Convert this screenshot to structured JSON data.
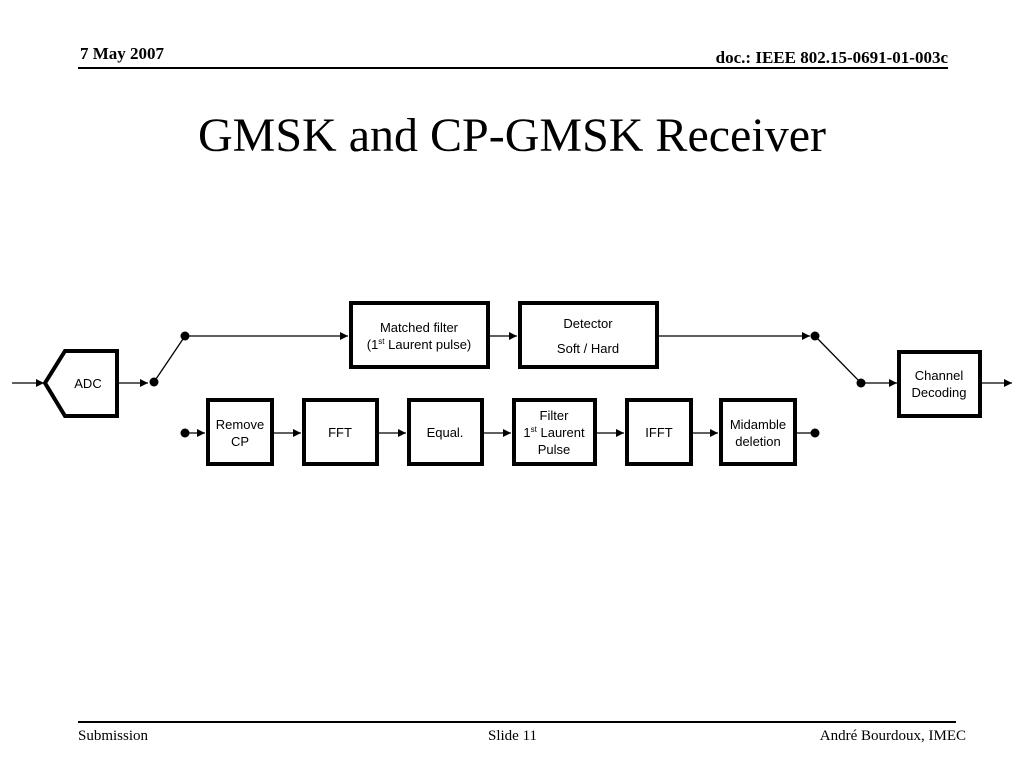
{
  "header": {
    "date": "7 May 2007",
    "doc": "doc.: IEEE 802.15-0691-01-003c"
  },
  "title": "GMSK and CP-GMSK Receiver",
  "diagram": {
    "adc": "ADC",
    "matched_filter": {
      "line1": "Matched filter",
      "line2_pre": "(1",
      "line2_sup": "st",
      "line2_post": " Laurent pulse)"
    },
    "detector": {
      "line1": "Detector",
      "line2": "Soft / Hard"
    },
    "channel_decoding": {
      "line1": "Channel",
      "line2": "Decoding"
    },
    "remove_cp": {
      "line1": "Remove",
      "line2": "CP"
    },
    "fft": "FFT",
    "equal": "Equal.",
    "filter": {
      "line1": "Filter",
      "line2_pre": "1",
      "line2_sup": "st",
      "line2_post": " Laurent",
      "line3": "Pulse"
    },
    "ifft": "IFFT",
    "midamble": {
      "line1": "Midamble",
      "line2": "deletion"
    }
  },
  "footer": {
    "left": "Submission",
    "center": "Slide 11",
    "right": "André Bourdoux, IMEC"
  }
}
